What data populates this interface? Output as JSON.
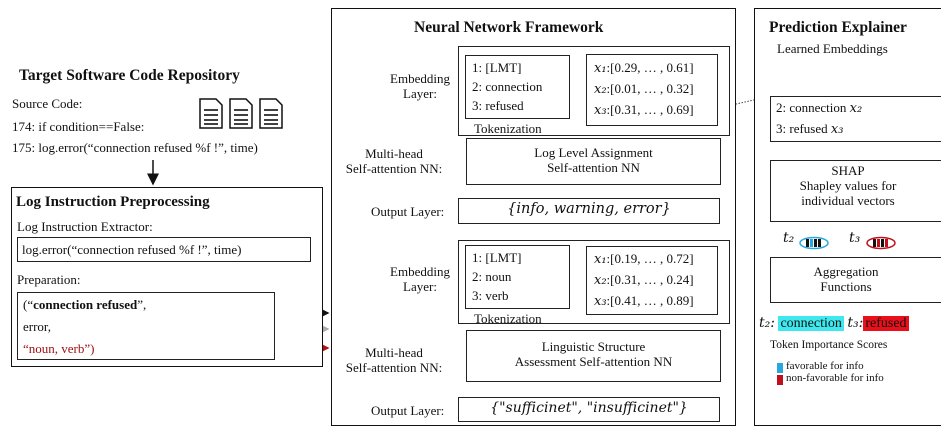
{
  "left": {
    "repo_title": "Target Software Code Repository",
    "source_label": "Source Code:",
    "line1": "174: if condition==False:",
    "line2": "175:    log.error(“connection refused %f !”, time)",
    "preproc_title": "Log Instruction Preprocessing",
    "extractor_label": "Log Instruction Extractor:",
    "extracted": "log.error(“connection refused %f !”, time)",
    "preparation_label": "Preparation:",
    "prep_line1_open": "(“",
    "prep_line1_bold": "connection refused",
    "prep_line1_close": "”,",
    "prep_line2": "error,",
    "prep_line3": "“noun, verb”)"
  },
  "middle": {
    "title": "Neural Network Framework",
    "top": {
      "embedding_label_1": "Embedding",
      "embedding_label_2": "Layer:",
      "tokens": [
        "1: [LMT]",
        "2: connection",
        "3: refused"
      ],
      "vec1_label": "x₁",
      "vec1": ":[0.29, … , 0.61]",
      "vec2_label": "x₂",
      "vec2": ":[0.01, … , 0.32]",
      "vec3_label": "x₃",
      "vec3": ":[0.31, … , 0.69]",
      "tokenization": "Tokenization",
      "mhsa_label_1": "Multi-head",
      "mhsa_label_2": "Self-attention NN:",
      "nn_line1": "Log Level Assignment",
      "nn_line2": "Self-attention NN",
      "output_label": "Output Layer:",
      "output": "{info, warning, error}"
    },
    "bottom": {
      "embedding_label_1": "Embedding",
      "embedding_label_2": "Layer:",
      "tokens": [
        "1: [LMT]",
        "2: noun",
        "3: verb"
      ],
      "vec1_label": "x₁",
      "vec1": ":[0.19, … , 0.72]",
      "vec2_label": "x₂",
      "vec2": ":[0.31, … , 0.24]",
      "vec3_label": "x₃",
      "vec3": ":[0.41, … , 0.89]",
      "tokenization": "Tokenization",
      "mhsa_label_1": "Multi-head",
      "mhsa_label_2": "Self-attention NN:",
      "nn_line1": "Linguistic Structure",
      "nn_line2": "Assessment Self-attention NN",
      "output_label": "Output Layer:",
      "output": "{\"sufficinet\", \"insufficinet\"}"
    }
  },
  "right": {
    "title": "Prediction Explainer",
    "subtitle": "Learned Embeddings",
    "emb_line1": "2: connection ",
    "emb_line1_var": "x₂",
    "emb_line2": "3: refused ",
    "emb_line2_var": "x₃",
    "shap_line1": "SHAP",
    "shap_line2": "Shapley values for",
    "shap_line3": "individual vectors",
    "t2": "t₂",
    "t3": "t₃",
    "agg_line1": "Aggregation",
    "agg_line2": "Functions",
    "score_t2": "t₂:",
    "score_word1": "connection",
    "score_t3": "t₃:",
    "score_word2": "refused",
    "scores_caption": "Token Importance Scores",
    "legend_fav": "favorable for info",
    "legend_nonfav": "non-favorable for info",
    "colors": {
      "favorable": "#29a8e0",
      "non_favorable": "#c0101a",
      "highlight_cyan": "#3ee8ee",
      "highlight_red": "#e8101a"
    }
  }
}
